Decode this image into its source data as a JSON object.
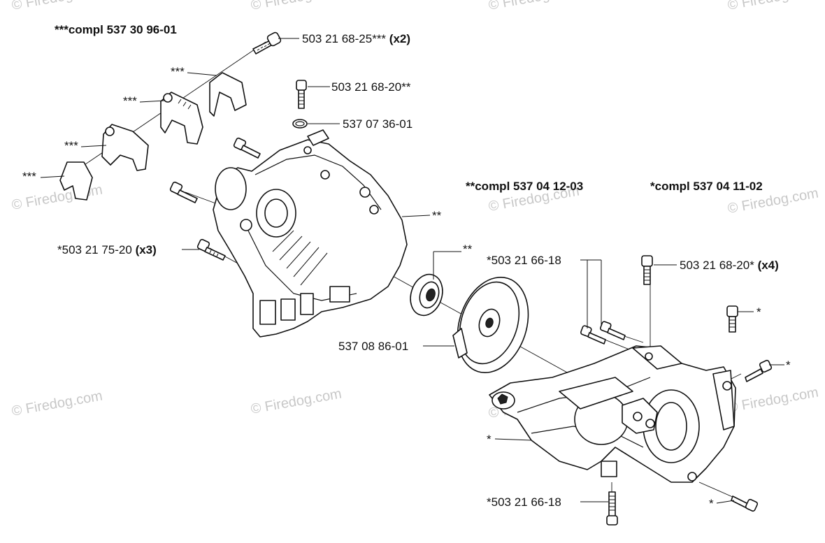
{
  "watermark": "© Firedog.com",
  "labels": {
    "compl_3": "***compl 537 30 96-01",
    "bolt_top": "503 21 68-25***",
    "bolt_top_qty": "(x2)",
    "bolt_20_top": "503 21 68-20**",
    "ring": "537 07 36-01",
    "s3_a": "***",
    "s3_b": "***",
    "s3_c": "***",
    "s3_d": "***",
    "compl_2": "**compl 537 04 12-03",
    "compl_1": "*compl 537 04 11-02",
    "housing": "**",
    "bearing": "**",
    "bolt_75": "*503 21 75-20",
    "bolt_75_qty": "(x3)",
    "bolt_66_top": "*503 21 66-18",
    "bolt_20_right": "503 21 68-20*",
    "bolt_20_right_qty": "(x4)",
    "star_a": "*",
    "star_b": "*",
    "flywheel": "537 08 86-01",
    "crankcase": "*",
    "bolt_66_bottom": "*503 21 66-18",
    "star_c": "*"
  }
}
